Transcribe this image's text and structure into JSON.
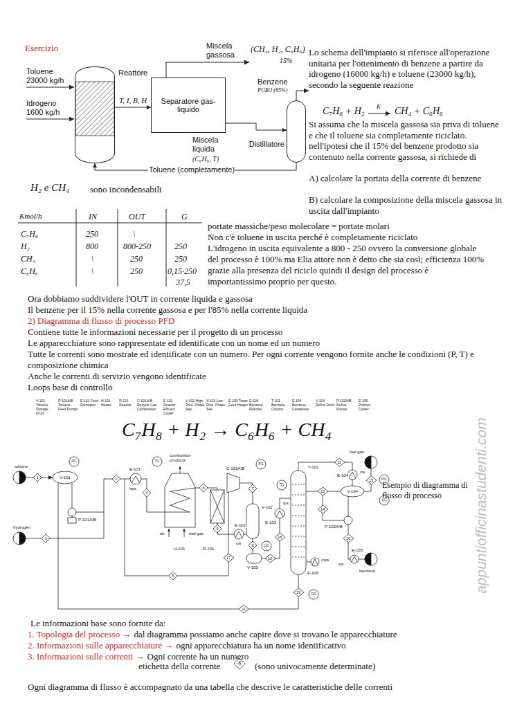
{
  "diagram": {
    "title": "Esercizio",
    "nodes": [
      {
        "text": [
          "Reattore"
        ]
      },
      {
        "text": [
          "Separatore gas-liquido"
        ]
      },
      {
        "text": [
          "Distillatore"
        ]
      },
      {
        "text": [
          "V-101"
        ]
      },
      {
        "text": [
          "V-104"
        ]
      },
      {
        "text": [
          "1"
        ]
      },
      {
        "text": [
          "2"
        ]
      },
      {
        "text": [
          "3"
        ]
      },
      {
        "text": [
          "4"
        ]
      },
      {
        "text": [
          "5"
        ]
      },
      {
        "text": [
          "6"
        ]
      },
      {
        "text": [
          "7"
        ]
      },
      {
        "text": [
          "8"
        ]
      },
      {
        "text": [
          "9"
        ]
      },
      {
        "text": [
          "10"
        ]
      },
      {
        "text": [
          "11"
        ]
      },
      {
        "text": [
          "12"
        ]
      },
      {
        "text": [
          "13"
        ]
      },
      {
        "text": [
          "14"
        ]
      },
      {
        "text": [
          "15"
        ]
      },
      {
        "text": [
          "16"
        ]
      },
      {
        "text": [
          "17"
        ]
      },
      {
        "text": [
          "18"
        ]
      },
      {
        "text": [
          "19"
        ]
      },
      {
        "text": [
          "FIC"
        ]
      },
      {
        "text": [
          "TIC"
        ]
      },
      {
        "text": [
          "PIC"
        ]
      },
      {
        "text": [
          "LIC"
        ]
      },
      {
        "text": [
          "TIC"
        ]
      },
      {
        "text": [
          "PIC"
        ]
      },
      {
        "text": [
          "LIC"
        ]
      },
      {
        "text": [
          "FIC"
        ]
      },
      {
        "text": [
          "4"
        ]
      }
    ],
    "edges": [
      {
        "from": 0,
        "to": 1,
        "arrow": "to",
        "label": "T, I, B, H"
      },
      {
        "from": 1,
        "to": 2,
        "arrow": "to",
        "label": "Miscela liquida"
      },
      {
        "from": 2,
        "to": 0,
        "arrow": "to",
        "label": "Toluene (completamente)"
      },
      {
        "from": 5,
        "to": 3,
        "arrow": "to"
      },
      {
        "from": 17,
        "to": 4,
        "arrow": "none"
      }
    ],
    "labels": [
      "Toluene 23000 kg/h",
      "Idrogeno 1600 kg/h",
      "Miscela gassosa",
      "(CH₄, H₂, C₆H₆)",
      "15%",
      "Benzene",
      "PURO (85%)",
      "(C₆H₆, T)",
      "Lo schema dell'impianto si riferisce all'operazione unitaria per l'ottenimento di benzene a partire da idrogeno (16000 kg/h) e toluene (23000 kg/h), secondo la seguente reazione",
      "C₇H₈ + H₂",
      "K",
      "CH₄ + C₆H₆",
      "Si assuma che la miscela gassosa sia priva di toluene e che il toluene sia completamente riciclato. nell'ipotesi che il 15% del benzene prodotto sia contenuto nella corrente gassosa, si richiede di",
      "A) calcolare la portata della corrente di benzene",
      "B) calcolare la composizione della miscela gassosa in uscita dall'impianto",
      "H₂ e CH₄",
      "sono incondensabili",
      "Kmol/h",
      "IN",
      "OUT",
      "G",
      "C₇H₈",
      "250",
      "\\",
      "H₂",
      "800",
      "800-250",
      "250",
      "CH₄",
      "\\",
      "250",
      "250",
      "C₆H₆",
      "\\",
      "250",
      "0,15·250",
      "37,5",
      "portate massiche/peso molecolare = portate molari",
      "Non c'è toluene in uscita perché è completamente riciclato",
      "L'idrogeno in uscita equivalente a 800 - 250 ovvero la conversione globale del processo è 100% ma Elia attore non è detto che sia così; efficienza 100% grazie alla presenza del riciclo quindi il design del processo è importantissimo proprio per questo.",
      "Ora dobbiamo suddividere l'OUT in corrente liquida e gassosa",
      "Il benzene per il 15% nella corrente gassosa e per l'85% nella corrente liquida",
      "2) Diagramma di flusso di processo PFD",
      "Contiene tutte le informazioni necessarie per il progetto di un processo",
      "Le apparecchiature sono rappresentate ed identificate con un nome ed un numero",
      "Tutte le correnti sono mostrate ed identificate con un numero. Per ogni corrente vengono fornite anche le condizioni (P, T) e composizione chimica",
      "Anche le correnti di servizio vengono identificate",
      "Loops base di controllo",
      "V-101 Toluene Storage Drum",
      "P-101A/B Toluene Feed Pumps",
      "E-101 Feed Preheater",
      "H-101 Heater",
      "R-101 Reactor",
      "C-101A/B Recycle Gas Compressor",
      "E-102 Reactor Effluent Cooler",
      "V-102 High-Pres. Phase Sep.",
      "V-103 Low-Pres. Phase Sep.",
      "E-103 Tower Feed Heater",
      "E-106 Benzene Reboiler",
      "T-101 Benzene Column",
      "E-104 Benzene Condenser",
      "V-104 Reflux Drum",
      "P-102A/B Reflux Pumps",
      "E-105 Product Cooler",
      "C₇H₈ + H₂ → C₆H₆ + CH₄",
      "Esempio di diagramma di flusso di processo",
      "toluene",
      "hydrogen",
      "P-101A/B",
      "E-101",
      "hps",
      "combustion products",
      "H-101",
      "air",
      "fuel gas",
      "C-101A/B",
      "R-101",
      "V-102",
      "E-102",
      "cw",
      "V-103",
      "T-101",
      "lps",
      "E-103",
      "E-104",
      "cw",
      "fuel gas",
      "P-102A/B",
      "cw",
      "benzene",
      "mps",
      "E-106",
      "E-105",
      "appuntiofficinastudenti.com",
      "Le informazioni base sono fornite da:",
      "1. Topologia del processo →",
      "dal diagramma possiamo anche capire dove si trovano le apparecchiature",
      "2. Informazioni sulle apparecchiature →",
      "ogni apparecchiatura ha un nome identificativo",
      "3. Informazioni sulle correnti →",
      "Ogni corrente ha un numero",
      "etichetta della corrente",
      "(sono univocamente determinate)",
      "Ogni diagramma di flusso è accompagnato da una tabella che descrive le caratteristiche delle correnti"
    ]
  }
}
